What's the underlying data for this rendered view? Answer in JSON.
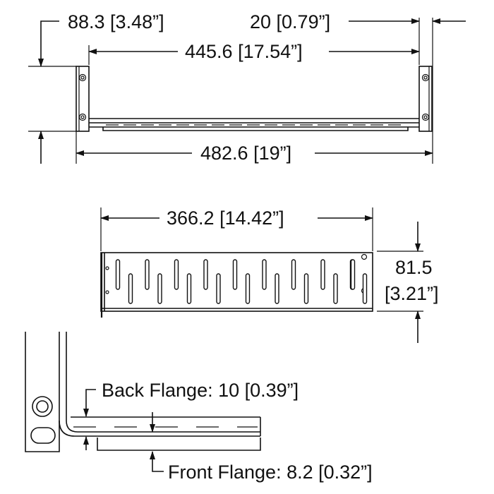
{
  "dimensions": {
    "height_total": "88.3 [3.48”]",
    "ear_width": "20 [0.79”]",
    "inner_width": "445.6 [17.54”]",
    "overall_width": "482.6 [19”]",
    "shelf_length": "366.2 [14.42”]",
    "shelf_depth_mm": "81.5",
    "shelf_depth_in": "[3.21”]",
    "back_flange": "Back Flange: 10 [0.39”]",
    "front_flange": "Front Flange: 8.2 [0.32”]"
  },
  "colors": {
    "line": "#111111",
    "background": "#ffffff"
  }
}
